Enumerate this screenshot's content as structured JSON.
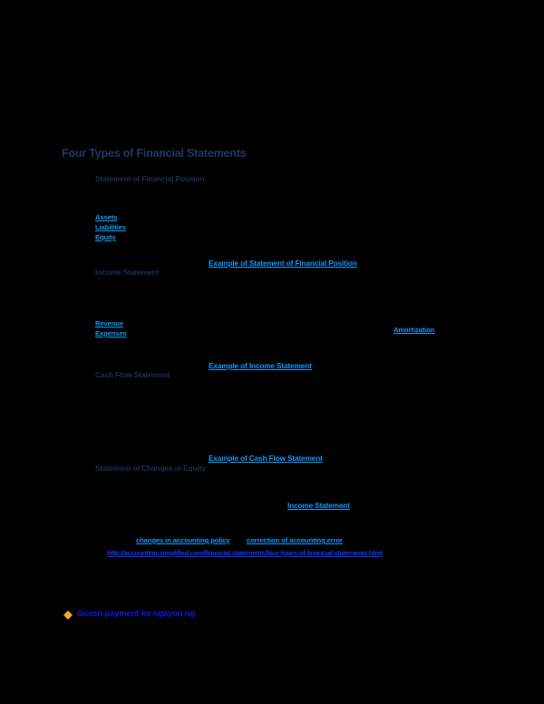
{
  "document": {
    "background_color": "#000000",
    "title": "Four Types of Financial Statements",
    "title_color": "#1b3a63",
    "link_color": "#0b9bfa",
    "url_color": "#0f33ff",
    "annotation_color": "#1712e8",
    "bullet_color": "#f5a623"
  },
  "sections": {
    "statement_of_financial_position": {
      "heading": "Statement of Financial Position",
      "components": [
        {
          "label": "Assets"
        },
        {
          "label": "Liabilities"
        },
        {
          "label": "Equity"
        }
      ],
      "example_link": "Example of Statement of Financial Position"
    },
    "income_statement": {
      "heading": "Income Statement",
      "components": [
        {
          "label": "Revenue"
        },
        {
          "label": "Expenses"
        }
      ],
      "side_link": "Amortization",
      "example_link": "Example of Income Statement"
    },
    "cash_flow_statement": {
      "heading": "Cash Flow Statement",
      "example_link": "Example of Cash Flow Statement"
    },
    "statement_of_changes_in_equity": {
      "heading": "Statement of Changes in Equity",
      "income_statement_link": "Income Statement",
      "inline_links": [
        {
          "label": "changes in accounting policy"
        },
        {
          "label": "correction of accounting error"
        }
      ],
      "source_url": "http://accounting-simplified.com/financial-statements/four-types-of-financial-statements.html"
    }
  },
  "annotation": {
    "bullet_icon": "orange-diamond-bullet-icon",
    "text": "Gcash payment ko ngayon ng"
  }
}
